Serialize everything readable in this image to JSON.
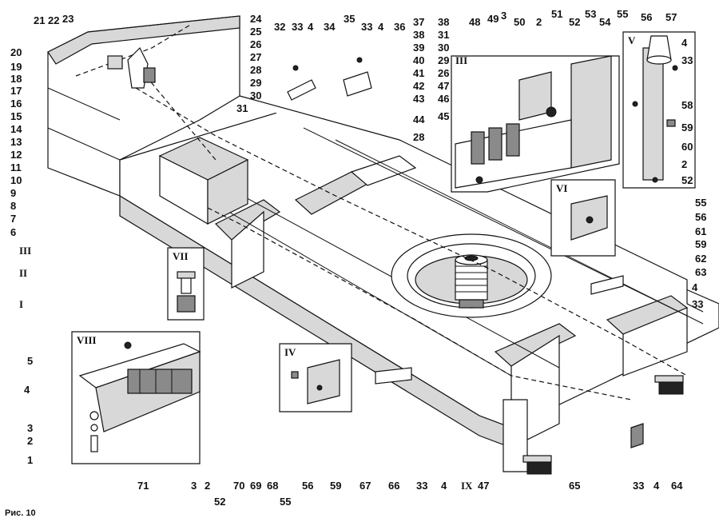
{
  "figure": {
    "caption": "Рис. 10"
  },
  "callouts": {
    "left_column": [
      "20",
      "19",
      "18",
      "17",
      "16",
      "15",
      "14",
      "13",
      "12",
      "11",
      "10",
      "9",
      "8",
      "7",
      "6",
      "III",
      "II",
      "I"
    ],
    "top_left": [
      "21",
      "22",
      "23"
    ],
    "top_mid_col1": [
      "24",
      "25",
      "26",
      "27",
      "28",
      "29",
      "30",
      "31"
    ],
    "top_row": [
      "32",
      "33",
      "4",
      "34",
      "35",
      "33",
      "4",
      "36"
    ],
    "top_col2": [
      "37",
      "38",
      "39",
      "40",
      "41",
      "42",
      "43",
      "44",
      "28"
    ],
    "top_col3": [
      "38",
      "31",
      "30",
      "29",
      "26",
      "47",
      "46",
      "45"
    ],
    "top_right_row": [
      "48",
      "49",
      "3",
      "50",
      "2",
      "51",
      "52",
      "53",
      "54"
    ],
    "inset_v_labels": [
      "55",
      "56",
      "57",
      "4",
      "33",
      "58",
      "59",
      "60",
      "2",
      "52"
    ],
    "right_col": [
      "55",
      "56",
      "61",
      "59",
      "62",
      "63",
      "4",
      "33"
    ],
    "bottom_row": [
      "3",
      "2",
      "70",
      "69",
      "68",
      "56",
      "59",
      "67",
      "66",
      "33",
      "4",
      "IX",
      "47",
      "65",
      "33",
      "4",
      "64"
    ],
    "bottom_row2": [
      "52",
      "55"
    ],
    "inset_viii_labels": [
      "5",
      "4",
      "3",
      "2",
      "1",
      "71"
    ],
    "section_marks": [
      "IV",
      "V",
      "VI",
      "VII",
      "VIII",
      "IX"
    ]
  },
  "insets": {
    "iii": "III",
    "iv": "IV",
    "v": "V",
    "vi": "VI",
    "vii": "VII",
    "viii": "VIII",
    "viii_lamp": "VIII"
  }
}
